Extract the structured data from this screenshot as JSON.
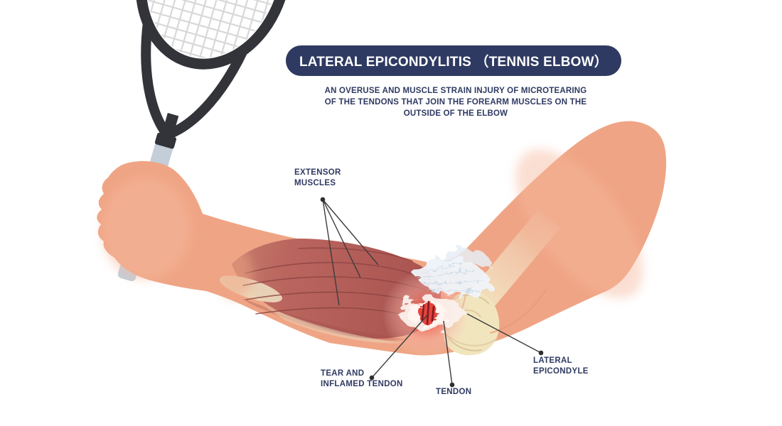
{
  "header": {
    "title": "LATERAL EPICONDYLITIS （TENNIS ELBOW）",
    "subtitle": "AN OVERUSE AND MUSCLE STRAIN INJURY OF MICROTEARING\nOF THE TENDONS THAT JOIN THE FOREARM MUSCLES ON THE\nOUTSIDE OF THE ELBOW"
  },
  "labels": {
    "extensor_muscles": "EXTENSOR\nMUSCLES",
    "tear_and_inflamed_tendon": "TEAR AND\nINFLAMED TENDON",
    "tendon": "TENDON",
    "lateral_epicondyle": "LATERAL\nEPICONDYLE"
  },
  "illustration": {
    "scene": "arm holding tennis racket with exposed extensor muscles, torn inflamed tendon and lateral epicondyle at the elbow"
  },
  "colors": {
    "banner-navy": "#2F3A62",
    "text-navy": "#2F3A62",
    "skin": "#EFA585",
    "skin-light": "#F6B89C",
    "skin-shadow": "#E59A74",
    "muscle": "#B55B57",
    "muscle-line": "#8E4543",
    "tendon-sheet": "#EAD6B9",
    "bone": "#F1E5BE",
    "bone-line": "#DCC598",
    "tendon-white": "#F0F5FA",
    "inflammation-red": "#E5453C",
    "tear-red": "#801C20",
    "racket-frame": "#33343A",
    "racket-grip": "#C3CED9",
    "racket-string": "#D8D8D8",
    "leader-line": "#3C3C3C"
  }
}
